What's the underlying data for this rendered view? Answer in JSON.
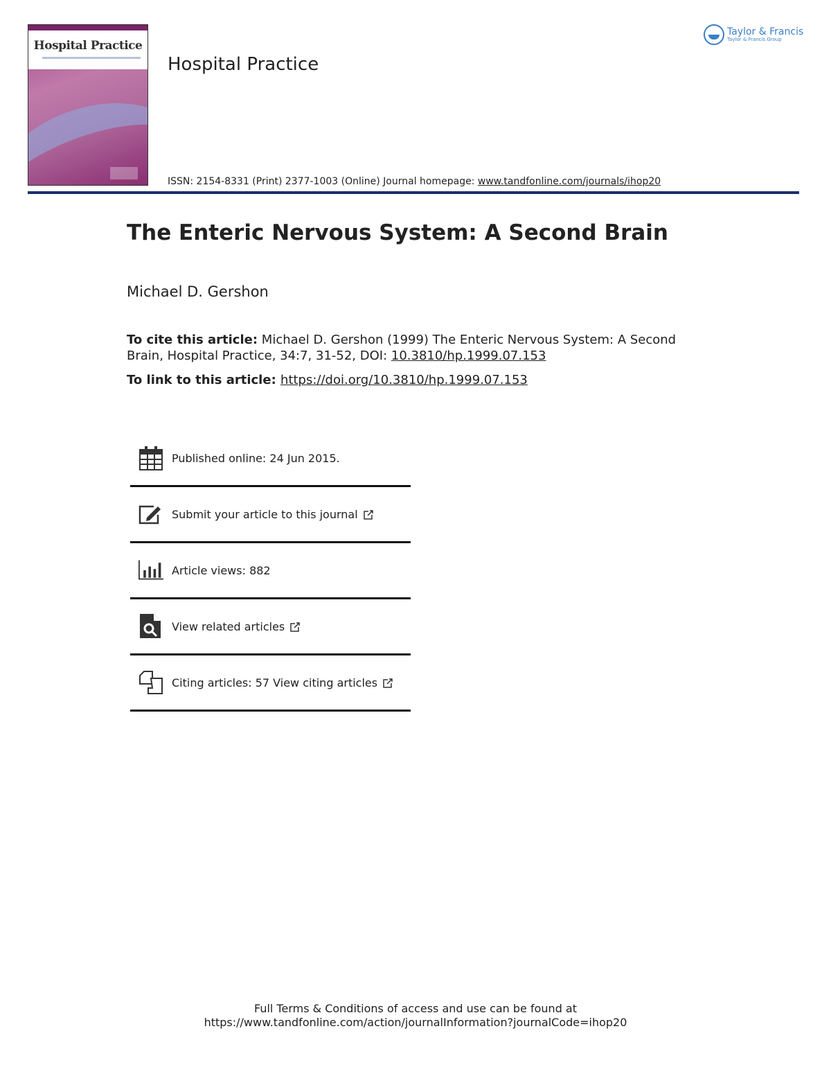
{
  "header": {
    "cover_title": "Hospital Practice",
    "journal_name": "Hospital Practice",
    "publisher_logo": "Taylor & Francis",
    "publisher_tagline": "Taylor & Francis Group",
    "issn_text": "ISSN: 2154-8331 (Print) 2377-1003 (Online) Journal homepage: ",
    "homepage_link": "www.tandfonline.com/journals/ihop20",
    "rule_color": "#1c2f6e"
  },
  "article": {
    "title": "The Enteric Nervous System: A Second Brain",
    "author": "Michael D. Gershon",
    "cite_label": "To cite this article:",
    "cite_text": " Michael D. Gershon (1999) The Enteric Nervous System: A Second Brain, Hospital Practice, 34:7, 31-52, DOI: ",
    "cite_doi": "10.3810/hp.1999.07.153",
    "link_label": "To link to this article: ",
    "link_url": "https://doi.org/10.3810/hp.1999.07.153"
  },
  "info": {
    "published": "Published online: 24 Jun 2015.",
    "submit": "Submit your article to this journal",
    "views": "Article views: 882",
    "related": "View related articles",
    "citing": "Citing articles: 57 View citing articles"
  },
  "footer": {
    "line1": "Full Terms & Conditions of access and use can be found at",
    "line2": "https://www.tandfonline.com/action/journalInformation?journalCode=ihop20"
  }
}
